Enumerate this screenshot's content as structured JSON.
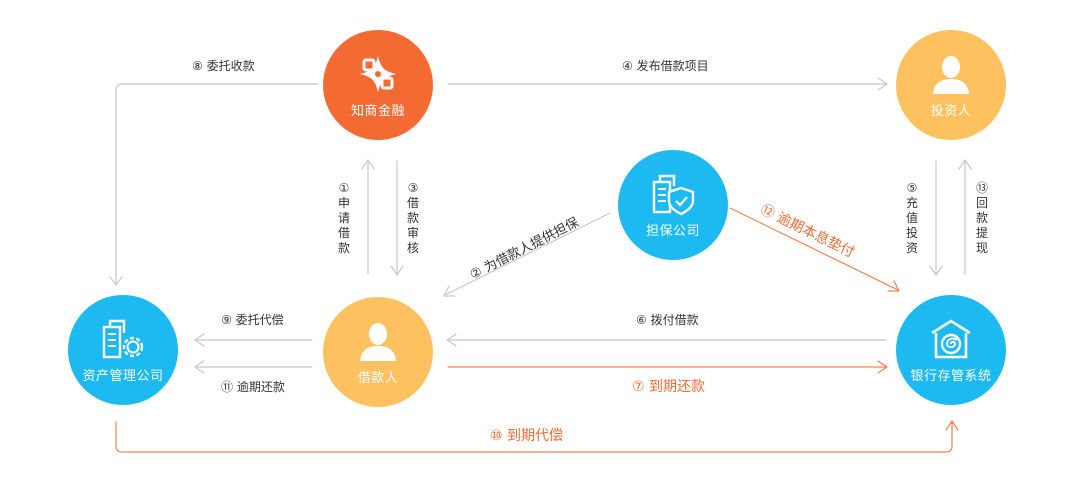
{
  "colors": {
    "orange_node": "#f46a33",
    "yellow_node": "#fdc160",
    "blue_node": "#1cbaf0",
    "gray_arrow": "#c8c8c8",
    "orange_arrow": "#f4824f",
    "orange_text": "#f06b34"
  },
  "nodes": {
    "zhishang": {
      "label": "知商金融",
      "icon": "zhishang-logo-icon"
    },
    "investor": {
      "label": "投资人",
      "icon": "person-icon"
    },
    "guarantee": {
      "label": "担保公司",
      "icon": "building-shield-icon"
    },
    "asset": {
      "label": "资产管理公司",
      "icon": "building-gear-icon"
    },
    "borrower": {
      "label": "借款人",
      "icon": "person-icon"
    },
    "bank": {
      "label": "银行存管系统",
      "icon": "bank-vault-icon"
    }
  },
  "flows": {
    "f1": "①申请借款",
    "f2": "② 为借款人提供担保",
    "f3": "③借款审核",
    "f4": "④ 发布借款项目",
    "f5": "⑤充值投资",
    "f6": "⑥ 拨付借款",
    "f7": "⑦ 到期还款",
    "f8": "⑧ 委托收款",
    "f9": "⑨ 委托代偿",
    "f10": "⑩ 到期代偿",
    "f11": "⑪ 逾期还款",
    "f12": "⑫ 逾期本息垫付",
    "f13": "⑬回款提现"
  }
}
